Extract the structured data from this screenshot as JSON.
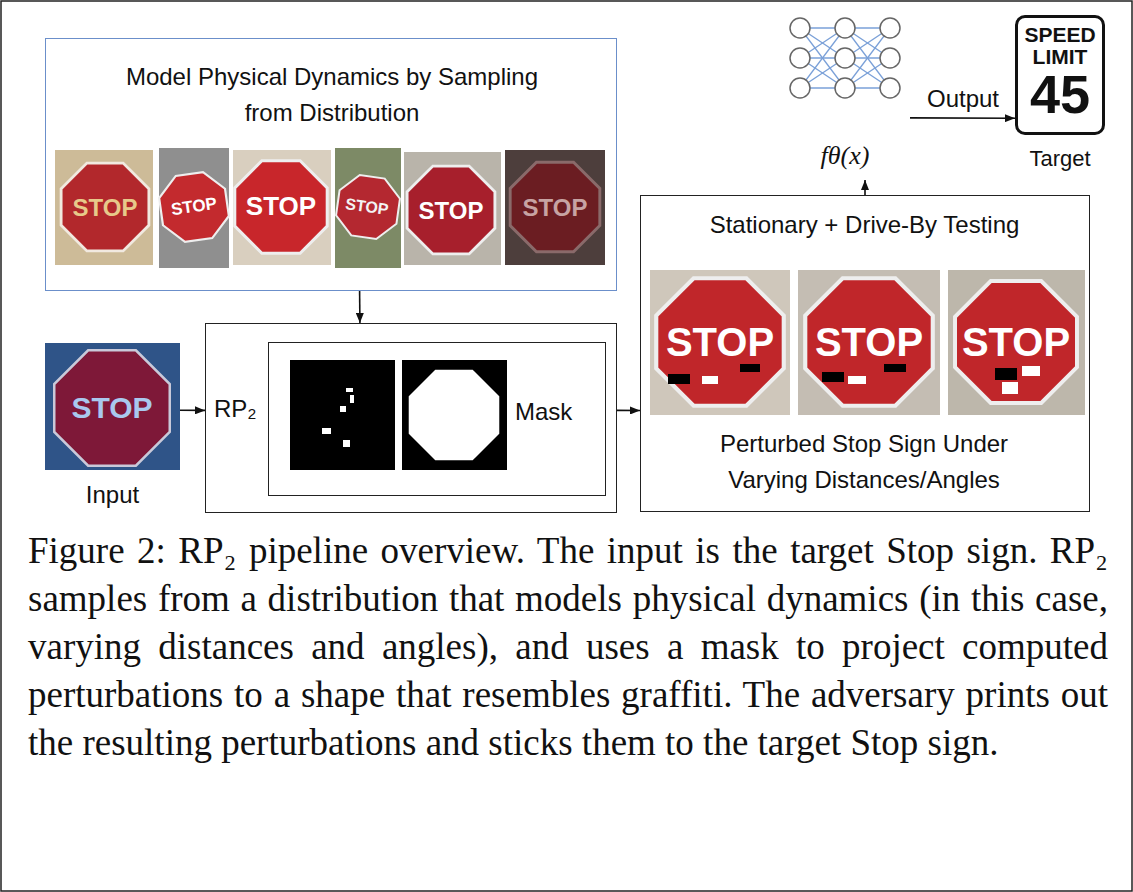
{
  "diagram": {
    "caption": "Figure 2: RP₂ pipeline overview. The input is the target Stop sign. RP₂ samples from a distribution that models physical dynamics (in this case, varying distances and angles), and uses a mask to project computed perturbations to a shape that resembles graffiti. The adversary prints out the resulting perturbations and sticks them to the target Stop sign.",
    "nodes": [
      {
        "text": [
          "Model Physical Dynamics by Sampling from Distribution"
        ]
      },
      {
        "text": [
          "RP₂"
        ]
      },
      {
        "text": [
          "Mask"
        ],
        "in": 1
      },
      {
        "text": [
          "Input"
        ]
      },
      {
        "text": [
          "Stationary + Drive-By Testing",
          "Perturbed Stop Sign Under Varying Distances/Angles"
        ]
      },
      {
        "text": [
          "fθ(x)"
        ]
      },
      {
        "text": [
          "SPEED LIMIT",
          "45",
          "Target"
        ]
      }
    ],
    "edges": [
      {
        "from": 0,
        "to": 1,
        "arrow": "to"
      },
      {
        "from": 3,
        "to": 1,
        "arrow": "to"
      },
      {
        "from": 1,
        "to": 4,
        "arrow": "to"
      },
      {
        "from": 4,
        "to": 5,
        "arrow": "to"
      },
      {
        "from": 5,
        "to": 6,
        "label": "Output",
        "arrow": "to"
      }
    ],
    "labels": [
      "STOP",
      "STOP",
      "STOP",
      "STOP",
      "STOP",
      "STOP",
      "STOP",
      "STOP",
      "STOP",
      "STOP"
    ]
  }
}
